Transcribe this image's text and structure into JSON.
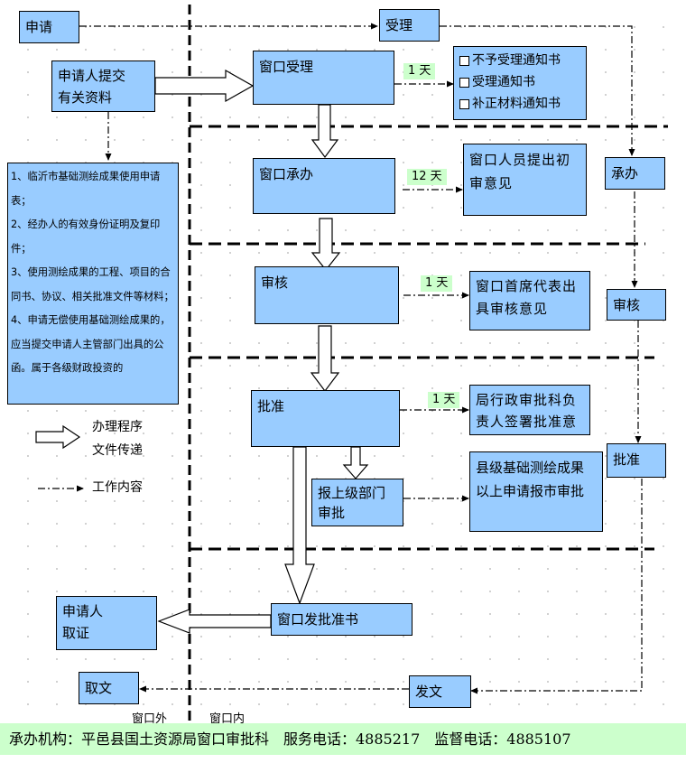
{
  "boxes": {
    "apply": "申请",
    "accept": "受理",
    "submit_l1": "申请人提交",
    "submit_l2": "有关资料",
    "window_accept": "窗口受理",
    "notices": [
      "不予受理通知书",
      "受理通知书",
      "补正材料通知书"
    ],
    "window_handle": "窗口承办",
    "initial_opinion_l1": "窗口人员提出初",
    "initial_opinion_l2": "审意见",
    "handle_right": "承办",
    "review": "审核",
    "chief_review_l1": "窗口首席代表出",
    "chief_review_l2": "具审核意见",
    "review_right": "审核",
    "approve": "批准",
    "section_chief_l1": "局行政审批科负",
    "section_chief_l2": "责人签署批准意",
    "approve_right": "批准",
    "report_superior_l1": "报上级部门",
    "report_superior_l2": "审批",
    "county_level_l1": "县级基础测绘成果",
    "county_level_l2": "以上申请报市审批",
    "applicant_cert_l1": "申请人",
    "applicant_cert_l2": "取证",
    "window_issue": "窗口发批准书",
    "take_doc": "取文",
    "send_doc": "发文"
  },
  "days": {
    "accept": "1 天",
    "handle": "12 天",
    "review": "1 天",
    "approve": "1 天"
  },
  "documents": [
    "1、临沂市基础测绘成果使用申请表；",
    "2、经办人的有效身份证明及复印件；",
    "3、使用测绘成果的工程、项目的合同书、协议、相关批准文件等材料；",
    "4、申请无偿使用基础测绘成果的，应当提交申请人主管部门出具的公函。属于各级财政投资的"
  ],
  "legend": {
    "arrow_l1": "办理程序",
    "arrow_l2": "文件传递",
    "dash": "工作内容"
  },
  "window_labels": {
    "outside": "窗口外",
    "inside": "窗口内"
  },
  "footer": "承办机构：平邑县国土资源局窗口审批科　服务电话：4885217　监督电话：4885107"
}
